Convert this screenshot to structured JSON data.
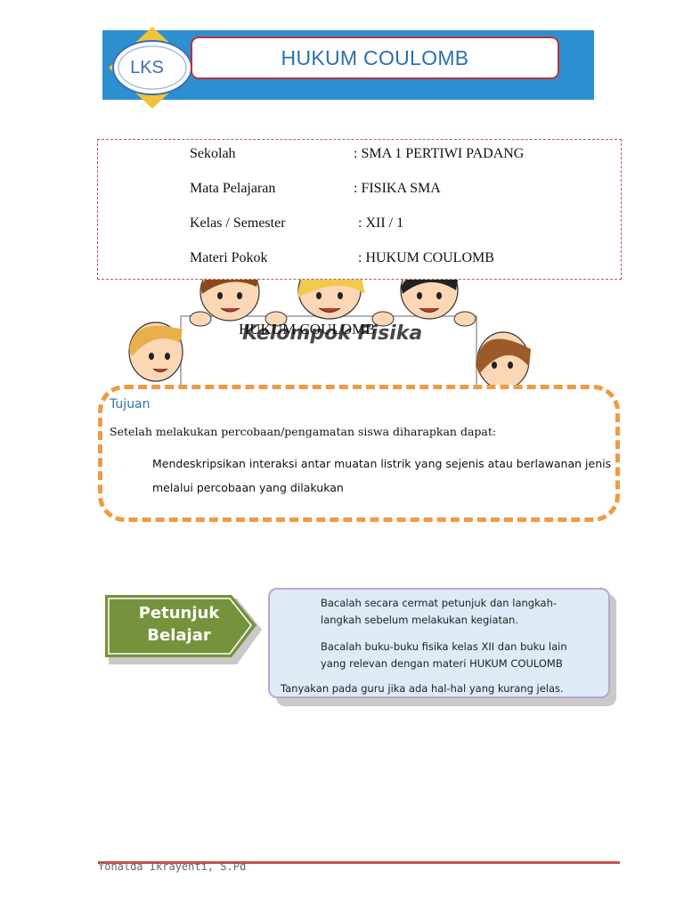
{
  "header": {
    "badge": "LKS",
    "title": "HUKUM COULOMB"
  },
  "info": {
    "rows": [
      {
        "label": "Sekolah",
        "value": ": SMA 1 PERTIWI PADANG"
      },
      {
        "label": "Mata Pelajaran",
        "value": ": FISIKA SMA"
      },
      {
        "label": "Kelas / Semester",
        "value": ": XII  / 1"
      },
      {
        "label": "Materi Pokok",
        "value": ": HUKUM COULOMB"
      }
    ]
  },
  "illustration": {
    "sign_title": "HUKUM COULOMB",
    "sign_script": "Kelompok Fisika"
  },
  "tujuan": {
    "title": "Tujuan",
    "intro": "Setelah melakukan percobaan/pengamatan siswa diharapkan dapat:",
    "line1": "Mendeskripsikan interaksi antar muatan listrik yang sejenis atau berlawanan jenis",
    "line2": "melalui percobaan yang dilakukan"
  },
  "petunjuk": {
    "label_line1": "Petunjuk",
    "label_line2": "Belajar",
    "items": [
      "Bacalah  secara  cermat  petunjuk  dan    langkah-",
      "langkah sebelum melakukan kegiatan.",
      "Bacalah  buku-buku  fisika  kelas  XII  dan  buku  lain",
      "yang relevan dengan materi HUKUM COULOMB",
      "Tanyakan pada guru jika ada hal-hal yang kurang jelas."
    ]
  },
  "footer": {
    "author": "Yonalda Ikrayenti, S.Pd"
  }
}
